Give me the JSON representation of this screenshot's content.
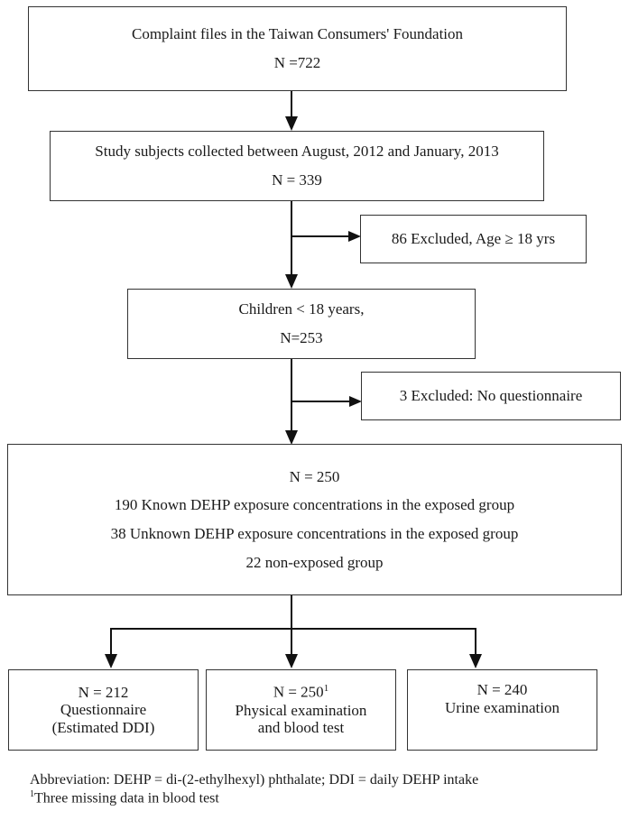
{
  "flowchart": {
    "box1": {
      "title": "Complaint files in the Taiwan Consumers' Foundation",
      "n": "N =722"
    },
    "box2": {
      "title": "Study subjects collected between August, 2012 and January, 2013",
      "n": "N = 339"
    },
    "exclusion1": {
      "text": "86 Excluded, Age  ≥  18 yrs"
    },
    "box3": {
      "title": "Children < 18 years,",
      "n": "N=253"
    },
    "exclusion2": {
      "text": "3 Excluded: No questionnaire"
    },
    "box4": {
      "n": "N = 250",
      "lines": [
        "190 Known DEHP exposure concentrations in the exposed group",
        "38 Unknown DEHP exposure concentrations in the exposed group",
        "22 non-exposed group"
      ]
    },
    "outcomes": [
      {
        "n": "N = 212",
        "sup": "",
        "line1": "Questionnaire",
        "line2": "(Estimated DDI)"
      },
      {
        "n": "N = 250",
        "sup": "1",
        "line1": "Physical examination",
        "line2": "and blood test"
      },
      {
        "n": "N = 240",
        "sup": "",
        "line1": "Urine examination",
        "line2": ""
      }
    ]
  },
  "footnotes": {
    "abbreviation": "Abbreviation: DEHP = di-(2-ethylhexyl) phthalate; DDI = daily DEHP intake",
    "note_marker": "1",
    "note_text": "Three missing data in blood test"
  }
}
